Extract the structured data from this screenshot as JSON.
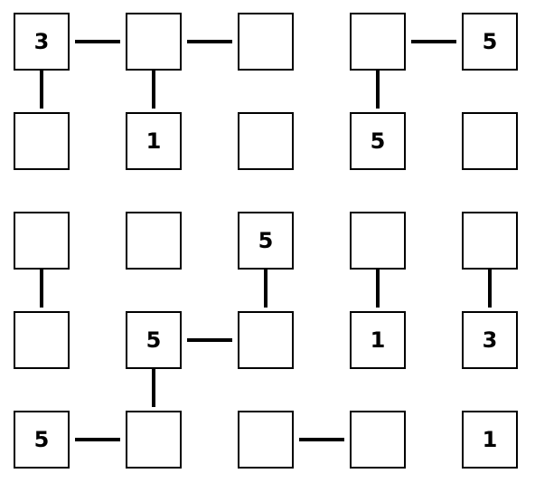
{
  "grid": {
    "rows": 5,
    "cols": 5,
    "cells": [
      [
        "3",
        "",
        "",
        "",
        "5"
      ],
      [
        "",
        "1",
        "",
        "5",
        ""
      ],
      [
        "",
        "",
        "5",
        "",
        ""
      ],
      [
        "",
        "5",
        "",
        "1",
        "3"
      ],
      [
        "5",
        "",
        "",
        "",
        "1"
      ]
    ],
    "links": [
      {
        "from": [
          0,
          0
        ],
        "to": [
          0,
          1
        ]
      },
      {
        "from": [
          0,
          1
        ],
        "to": [
          0,
          2
        ]
      },
      {
        "from": [
          0,
          3
        ],
        "to": [
          0,
          4
        ]
      },
      {
        "from": [
          0,
          0
        ],
        "to": [
          1,
          0
        ]
      },
      {
        "from": [
          0,
          1
        ],
        "to": [
          1,
          1
        ]
      },
      {
        "from": [
          0,
          3
        ],
        "to": [
          1,
          3
        ]
      },
      {
        "from": [
          2,
          0
        ],
        "to": [
          3,
          0
        ]
      },
      {
        "from": [
          2,
          2
        ],
        "to": [
          3,
          2
        ]
      },
      {
        "from": [
          2,
          3
        ],
        "to": [
          3,
          3
        ]
      },
      {
        "from": [
          2,
          4
        ],
        "to": [
          3,
          4
        ]
      },
      {
        "from": [
          3,
          1
        ],
        "to": [
          3,
          2
        ]
      },
      {
        "from": [
          3,
          1
        ],
        "to": [
          4,
          1
        ]
      },
      {
        "from": [
          4,
          0
        ],
        "to": [
          4,
          1
        ]
      },
      {
        "from": [
          4,
          2
        ],
        "to": [
          4,
          3
        ]
      }
    ]
  }
}
